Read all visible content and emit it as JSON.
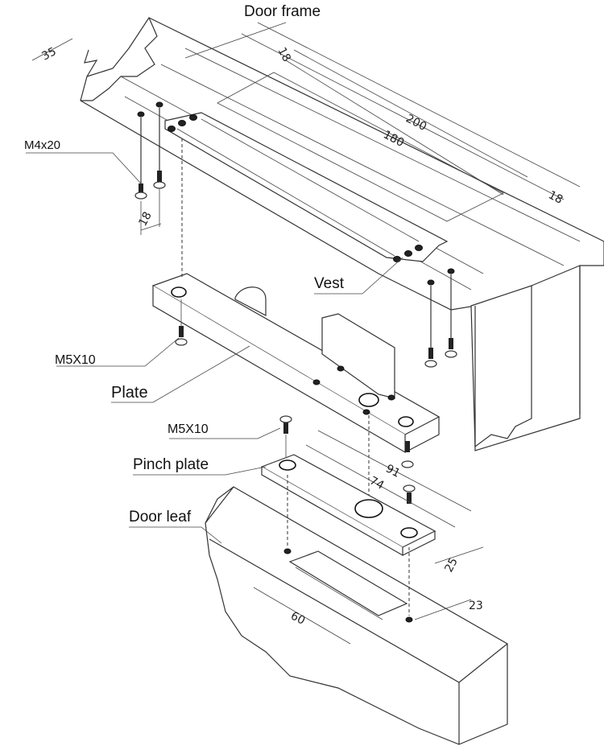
{
  "labels": {
    "door_frame": "Door frame",
    "m4x20": "M4x20",
    "vest": "Vest",
    "m5x10_top": "M5X10",
    "plate": "Plate",
    "m5x10_mid": "M5X10",
    "pinch_plate": "Pinch plate",
    "door_leaf": "Door leaf"
  },
  "dimensions": {
    "d35": "35",
    "d18_top": "18",
    "d200": "200",
    "d180": "180",
    "d18_right": "18",
    "d18_screw": "18",
    "d91": "91",
    "d74": "74",
    "d25": "25",
    "d60": "60",
    "d23": "23"
  }
}
